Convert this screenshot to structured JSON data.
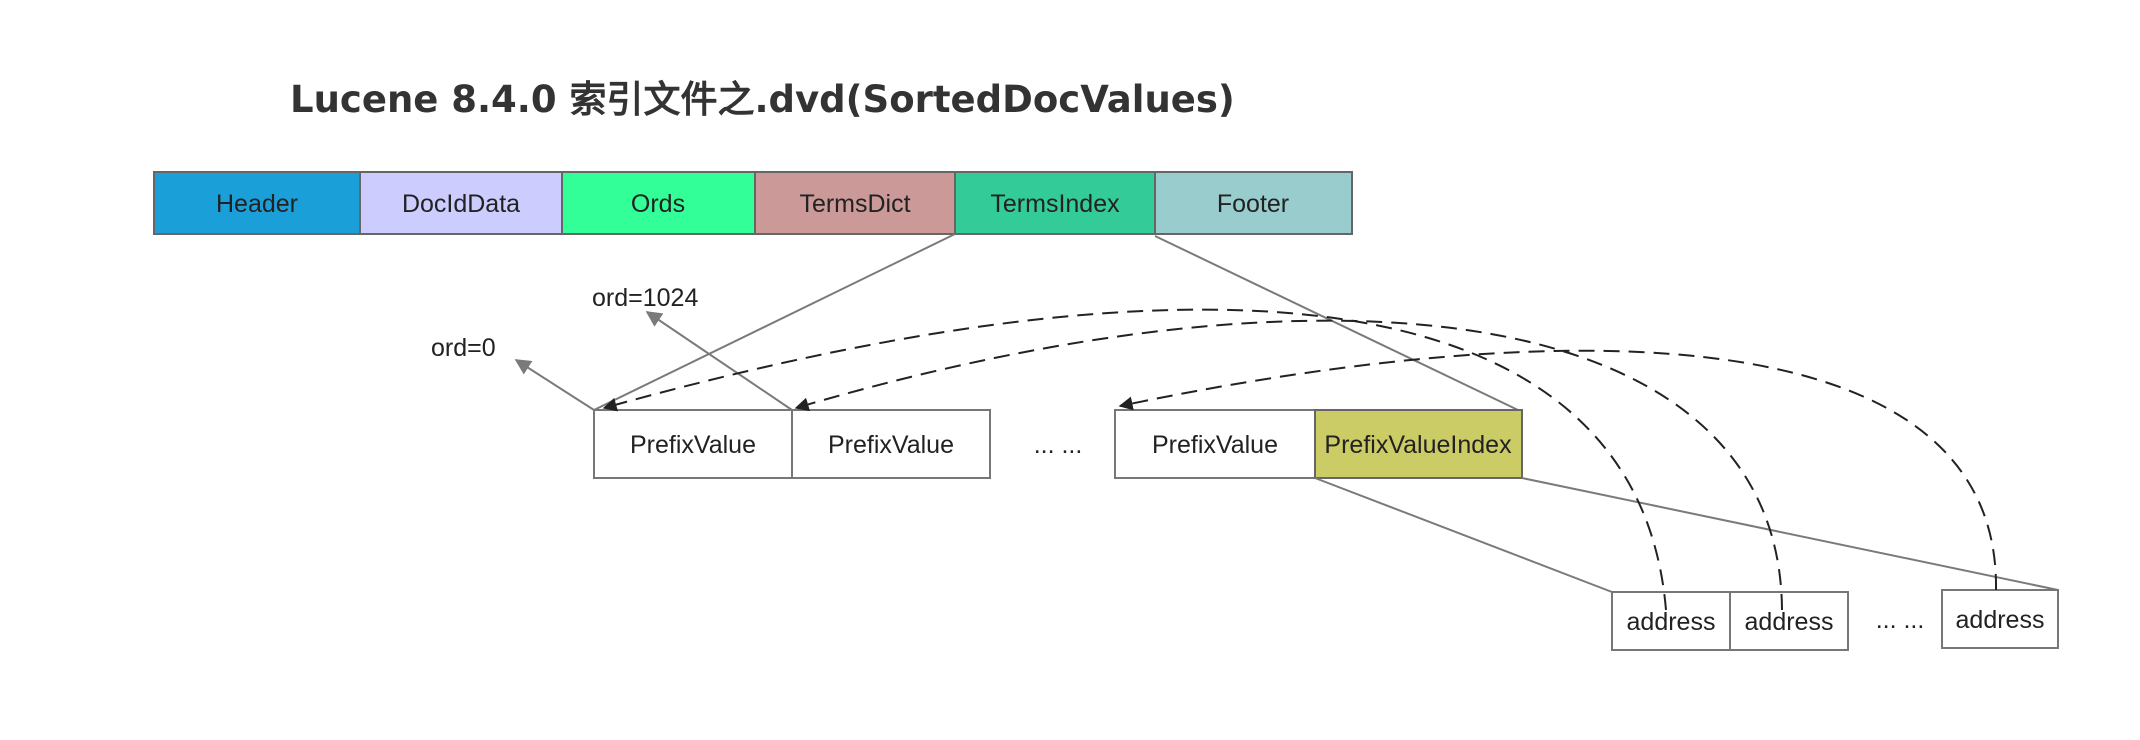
{
  "title": "Lucene 8.4.0 索引文件之.dvd(SortedDocValues)",
  "file_segments": [
    {
      "label": "Header",
      "color": "#1B9FD9"
    },
    {
      "label": "DocIdData",
      "color": "#CCCCFF"
    },
    {
      "label": "Ords",
      "color": "#33FF99"
    },
    {
      "label": "TermsDict",
      "color": "#CC9999"
    },
    {
      "label": "TermsIndex",
      "color": "#33CC99"
    },
    {
      "label": "Footer",
      "color": "#99CCCC"
    }
  ],
  "terms_index": {
    "prefix_value_label": "PrefixValue",
    "prefix_value_index_label": "PrefixValueIndex",
    "prefix_value_index_color": "#CCCC66",
    "ellipsis": "... ..."
  },
  "addresses": {
    "label": "address",
    "ellipsis": "... ..."
  },
  "annotations": {
    "ord0": "ord=0",
    "ord1024": "ord=1024"
  }
}
